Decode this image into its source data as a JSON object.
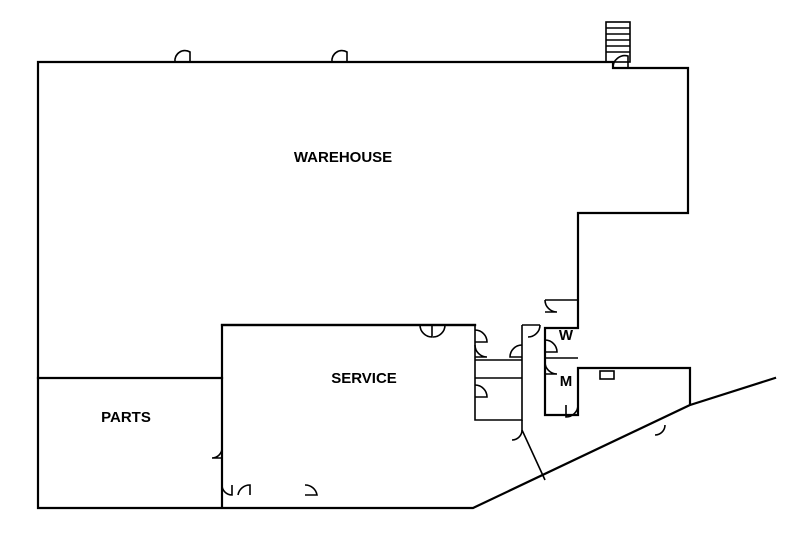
{
  "floor_plan": {
    "rooms": [
      {
        "id": "warehouse",
        "label": "WAREHOUSE"
      },
      {
        "id": "service",
        "label": "SERVICE"
      },
      {
        "id": "parts",
        "label": "PARTS"
      },
      {
        "id": "restroom_women",
        "label": "W"
      },
      {
        "id": "restroom_men",
        "label": "M"
      }
    ]
  }
}
